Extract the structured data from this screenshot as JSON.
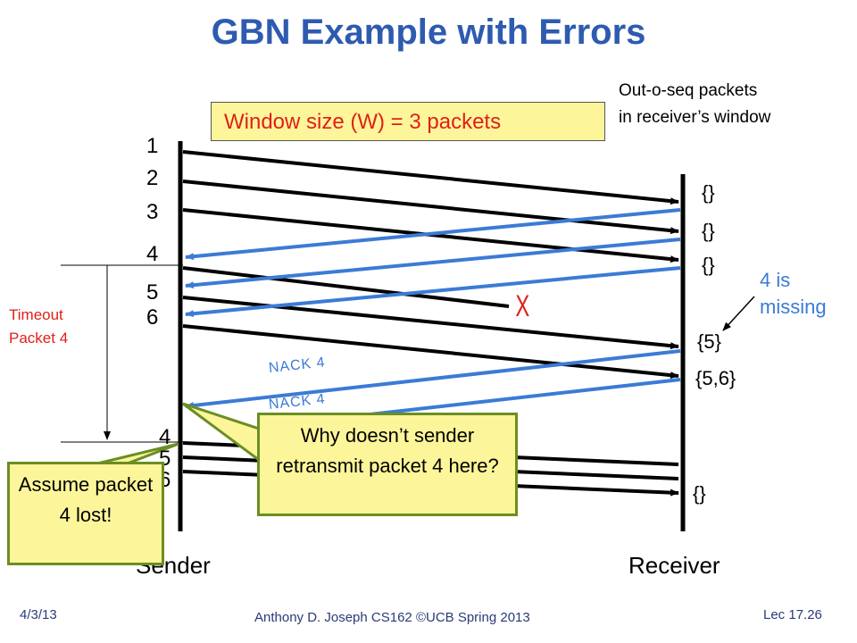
{
  "title": "GBN Example with Errors",
  "window_note": "Window size (W) = 3 packets",
  "oos_header_line1": "Out-o-seq packets",
  "oos_header_line2": "in receiver’s window",
  "sender_label": "Sender",
  "receiver_label": "Receiver",
  "packets_first": [
    "1",
    "2",
    "3",
    "4",
    "5",
    "6"
  ],
  "packets_retx": [
    "4",
    "5",
    "6"
  ],
  "receiver_buffers": [
    "{}",
    "{}",
    "{}",
    "{5}",
    "{5,6}",
    "{}"
  ],
  "lost_mark": "X",
  "missing_note_line1": "4 is",
  "missing_note_line2": "missing",
  "timeout_line1": "Timeout",
  "timeout_line2": "Packet 4",
  "nack_labels": [
    "NACK 4",
    "NACK 4"
  ],
  "question_callout": "Why doesn’t sender retransmit packet 4 here?",
  "assume_callout": "Assume packet 4 lost!",
  "footer": {
    "date": "4/3/13",
    "author": "Anthony D. Joseph CS162 ©UCB Spring 2013",
    "lecture": "Lec 17.26"
  },
  "colors": {
    "title": "#2e5bb0",
    "data_arrow": "#000000",
    "ack_arrow": "#3b7bd6",
    "error": "#e0201a",
    "callout_fill": "#fdf59a",
    "callout_border": "#6b8e23",
    "window_box_fill": "#fdf59a"
  }
}
